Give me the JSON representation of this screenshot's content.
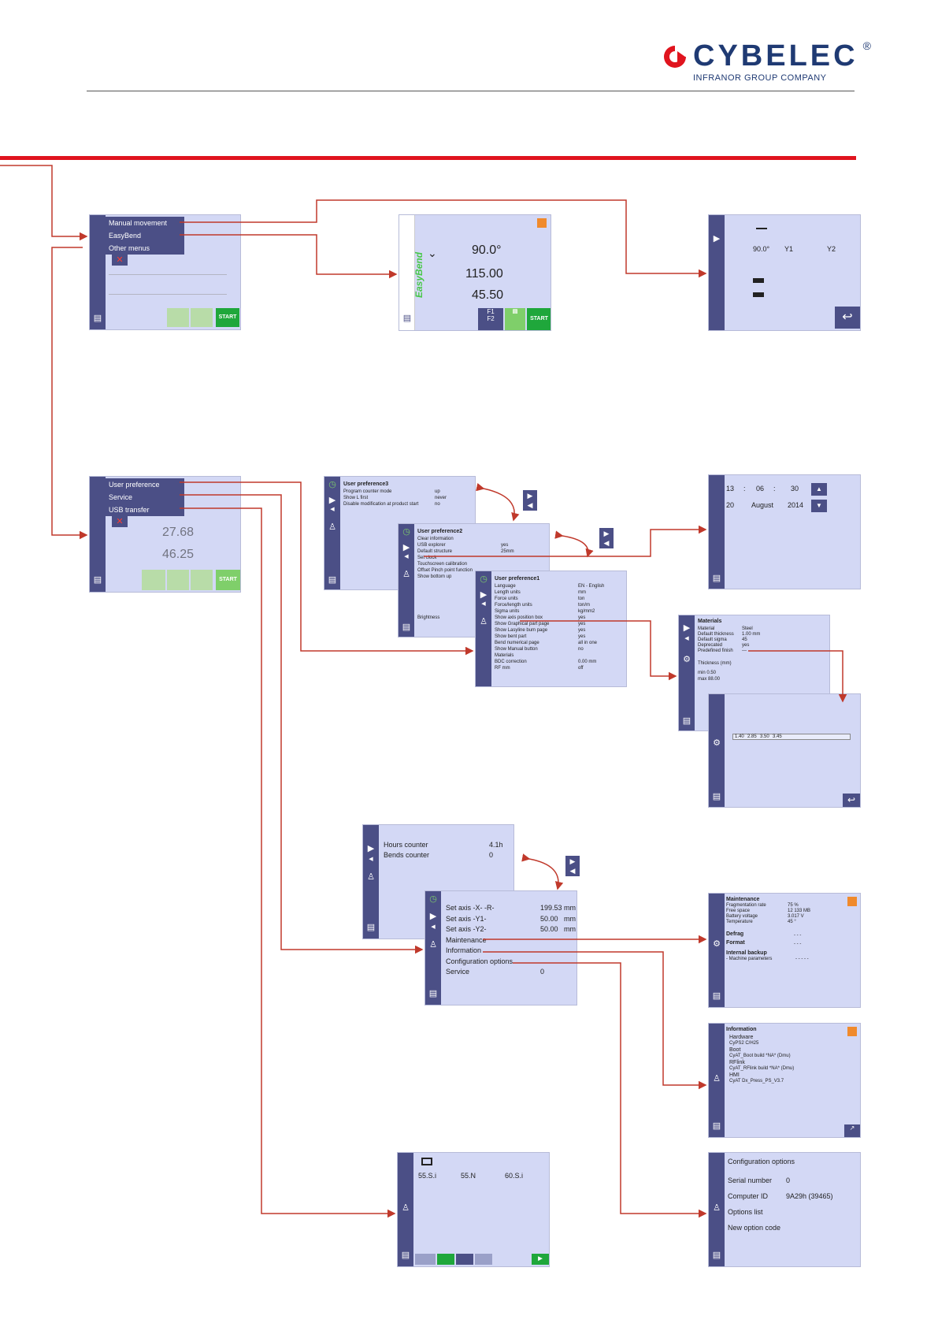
{
  "header": {
    "brand_name": "CYBELEC",
    "brand_reg": "®",
    "brand_sub": "INFRANOR GROUP COMPANY",
    "brand_color": "#1f3a73",
    "accent_red": "#e0141e"
  },
  "main_menu_1": {
    "items": [
      "Manual movement",
      "EasyBend",
      "Other menus"
    ]
  },
  "main_menu_2": {
    "items": [
      "User preference",
      "Service",
      "USB transfer"
    ],
    "value1": "27.68",
    "value2": "46.25"
  },
  "easybend": {
    "label": "EasyBend",
    "angle": "90.0°",
    "value1": "115.00",
    "value2": "45.50",
    "f1": "F1",
    "f2": "F2",
    "start": "START"
  },
  "manual": {
    "angle": "90.0°",
    "y1": "Y1",
    "y2": "Y2"
  },
  "user_pref3": {
    "title": "User preference3",
    "rows": [
      [
        "Program counter mode",
        "up"
      ],
      [
        "Show L first",
        "never"
      ],
      [
        "Disable modification at product start",
        "no"
      ]
    ]
  },
  "user_pref2": {
    "title": "User preference2",
    "rows": [
      [
        "Clear information",
        ""
      ],
      [
        "USB explorer",
        "yes"
      ],
      [
        "Default structure",
        "25mm"
      ],
      [
        "Set clock",
        ""
      ],
      [
        "Touchscreen calibration",
        ""
      ],
      [
        "Offset Pinch point function",
        ""
      ],
      [
        "Show bottom up",
        ""
      ]
    ],
    "brightness": "Brightness"
  },
  "user_pref1": {
    "title": "User preference1",
    "rows": [
      [
        "Language",
        "EN - English"
      ],
      [
        "Length units",
        "mm"
      ],
      [
        "Force units",
        "ton"
      ],
      [
        "Force/length units",
        "ton/m"
      ],
      [
        "Sigma units",
        "kg/mm2"
      ],
      [
        "Show axis position box",
        "yes"
      ],
      [
        "Show Graphical part page",
        "yes"
      ],
      [
        "Show Lasyline bum page",
        "yes"
      ],
      [
        "Show bent part",
        "yes"
      ],
      [
        "Bend numerical page",
        "all in one"
      ],
      [
        "Show Manual button",
        "no"
      ],
      [
        "Materials",
        ""
      ],
      [
        "BDC correction",
        "0.00 mm"
      ],
      [
        "RF mm",
        "off"
      ]
    ]
  },
  "clock": {
    "hour": "13",
    "minute": "06",
    "second": "30",
    "day": "20",
    "month": "August",
    "year": "2014",
    "sep": ":"
  },
  "materials": {
    "title": "Materials",
    "rows": [
      [
        "Material",
        "Steel"
      ],
      [
        "Default thickness",
        "1.00 mm"
      ],
      [
        "Default sigma",
        "45"
      ],
      [
        "Deprecated",
        "yes"
      ],
      [
        "Predefined  finish",
        "---"
      ]
    ],
    "thickness_label": "Thickness (mm)",
    "min": "min  0.50",
    "max": "max  88.00",
    "table": [
      "1.40",
      "2.85",
      "3.50",
      "3.45"
    ]
  },
  "counters": {
    "rows": [
      [
        "Hours counter",
        "4.1h"
      ],
      [
        "Bends counter",
        "0"
      ]
    ]
  },
  "service": {
    "rows": [
      [
        "Set axis  -X-  -R-",
        "199.53",
        "mm"
      ],
      [
        "Set axis -Y1-",
        "50.00",
        "mm"
      ],
      [
        "Set axis -Y2-",
        "50.00",
        "mm"
      ],
      [
        "Maintenance",
        "",
        ""
      ],
      [
        "Information",
        "",
        ""
      ],
      [
        "Configuration options",
        "",
        ""
      ],
      [
        "Service",
        "0",
        ""
      ]
    ]
  },
  "maintenance": {
    "title": "Maintenance",
    "rows": [
      [
        "Fragmentation rate",
        "75 %"
      ],
      [
        "Free space",
        "12 133 MB"
      ],
      [
        "Battery voltage",
        "3.017 V"
      ],
      [
        "Temperature",
        "45 °"
      ]
    ],
    "defrag": "Defrag",
    "format": "Format",
    "dashes": "- - -",
    "backup": "Internal backup",
    "backup_sub": "- Machine parameters",
    "backup_val": "- - - - -"
  },
  "information": {
    "title": "Information",
    "items": [
      [
        "Hardware",
        "CyPS2 C/H25"
      ],
      [
        "Boot",
        "CyAT_Boot build *NA* (Dmu)"
      ],
      [
        "RFlink",
        "CyAT_RFlink build *NA* (Dmu)"
      ],
      [
        "HMI",
        "CyAT Dx_Press_PS_V3.7"
      ]
    ]
  },
  "config": {
    "title": "Configuration options",
    "rows": [
      [
        "Serial number",
        "0"
      ],
      [
        "Computer ID",
        "9A29h (39465)"
      ],
      [
        "Options  list",
        ""
      ],
      [
        "New  option  code",
        ""
      ]
    ]
  },
  "usb": {
    "cols": [
      "55.S.i",
      "55.N",
      "60.S.i"
    ]
  }
}
